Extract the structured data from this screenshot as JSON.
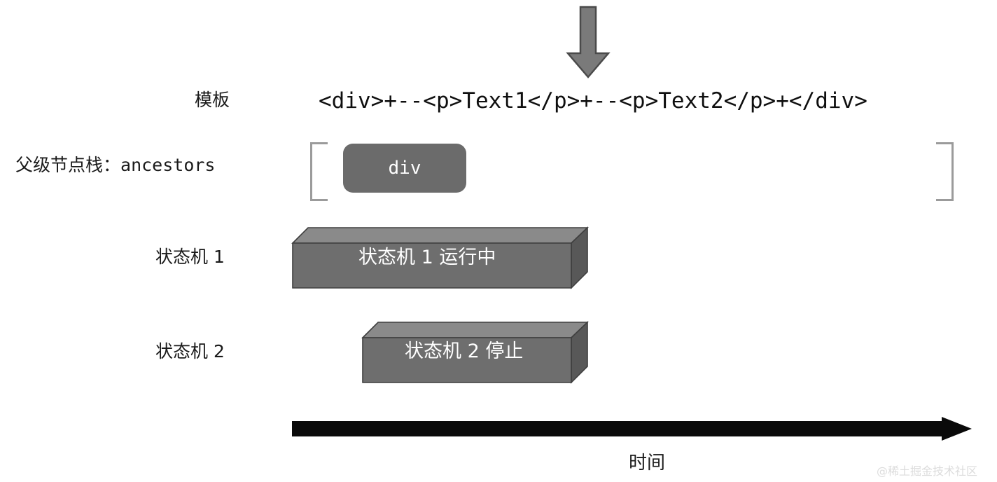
{
  "diagram": {
    "title_label": "模板",
    "template_code": "<div>+--<p>Text1</p>+--<p>Text2</p>+</div>",
    "ancestors_label": "父级节点栈：",
    "ancestors_var": "ancestors",
    "stack_items": [
      {
        "label": "div"
      }
    ],
    "rows": [
      {
        "label": "状态机 1",
        "box_text": "状态机 1 运行中"
      },
      {
        "label": "状态机 2",
        "box_text": "状态机 2 停止"
      }
    ],
    "timeline_label": "时间",
    "watermark": "@稀土掘金技术社区",
    "colors": {
      "box_front": "#6e6e6e",
      "box_top": "#8a8a8a",
      "box_side": "#585858",
      "box_outline": "#3f3f3f",
      "chip_fill": "#6b6b6b",
      "bracket": "#9b9b9b",
      "arrow_fill": "#7a7a7a",
      "arrow_outline": "#4a4a4a",
      "timeline": "#0a0a0a",
      "text_dark": "#1a1a1a",
      "text_light": "#ffffff",
      "watermark": "#dcdcdc",
      "background": "#ffffff"
    }
  }
}
